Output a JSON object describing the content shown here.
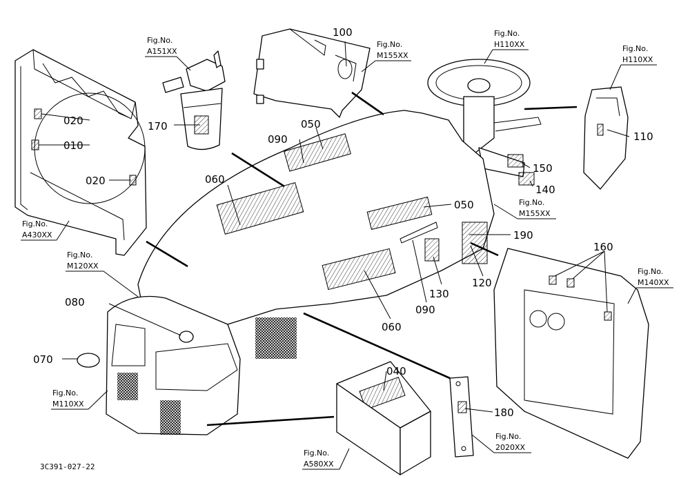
{
  "colors": {
    "ink": "#000000",
    "paper": "#ffffff"
  },
  "drawing_code": "3C391-027-22",
  "fig_refs": [
    {
      "id": "a151",
      "line1": "Fig.No.",
      "line2": "A151XX"
    },
    {
      "id": "m155a",
      "line1": "Fig.No.",
      "line2": "M155XX"
    },
    {
      "id": "h110a",
      "line1": "Fig.No.",
      "line2": "H110XX"
    },
    {
      "id": "h110b",
      "line1": "Fig.No.",
      "line2": "H110XX"
    },
    {
      "id": "a430",
      "line1": "Fig.No.",
      "line2": "A430XX"
    },
    {
      "id": "m120",
      "line1": "Fig.No.",
      "line2": "M120XX"
    },
    {
      "id": "m155b",
      "line1": "Fig.No.",
      "line2": "M155XX"
    },
    {
      "id": "m140",
      "line1": "Fig.No.",
      "line2": "M140XX"
    },
    {
      "id": "m110",
      "line1": "Fig.No.",
      "line2": "M110XX"
    },
    {
      "id": "a580",
      "line1": "Fig.No.",
      "line2": "A580XX"
    },
    {
      "id": "2020",
      "line1": "Fig.No.",
      "line2": "2020XX"
    }
  ],
  "callouts": [
    "100",
    "170",
    "020",
    "010",
    "020",
    "090",
    "050",
    "060",
    "110",
    "150",
    "140",
    "050",
    "190",
    "160",
    "120",
    "130",
    "090",
    "060",
    "080",
    "070",
    "040",
    "180"
  ]
}
